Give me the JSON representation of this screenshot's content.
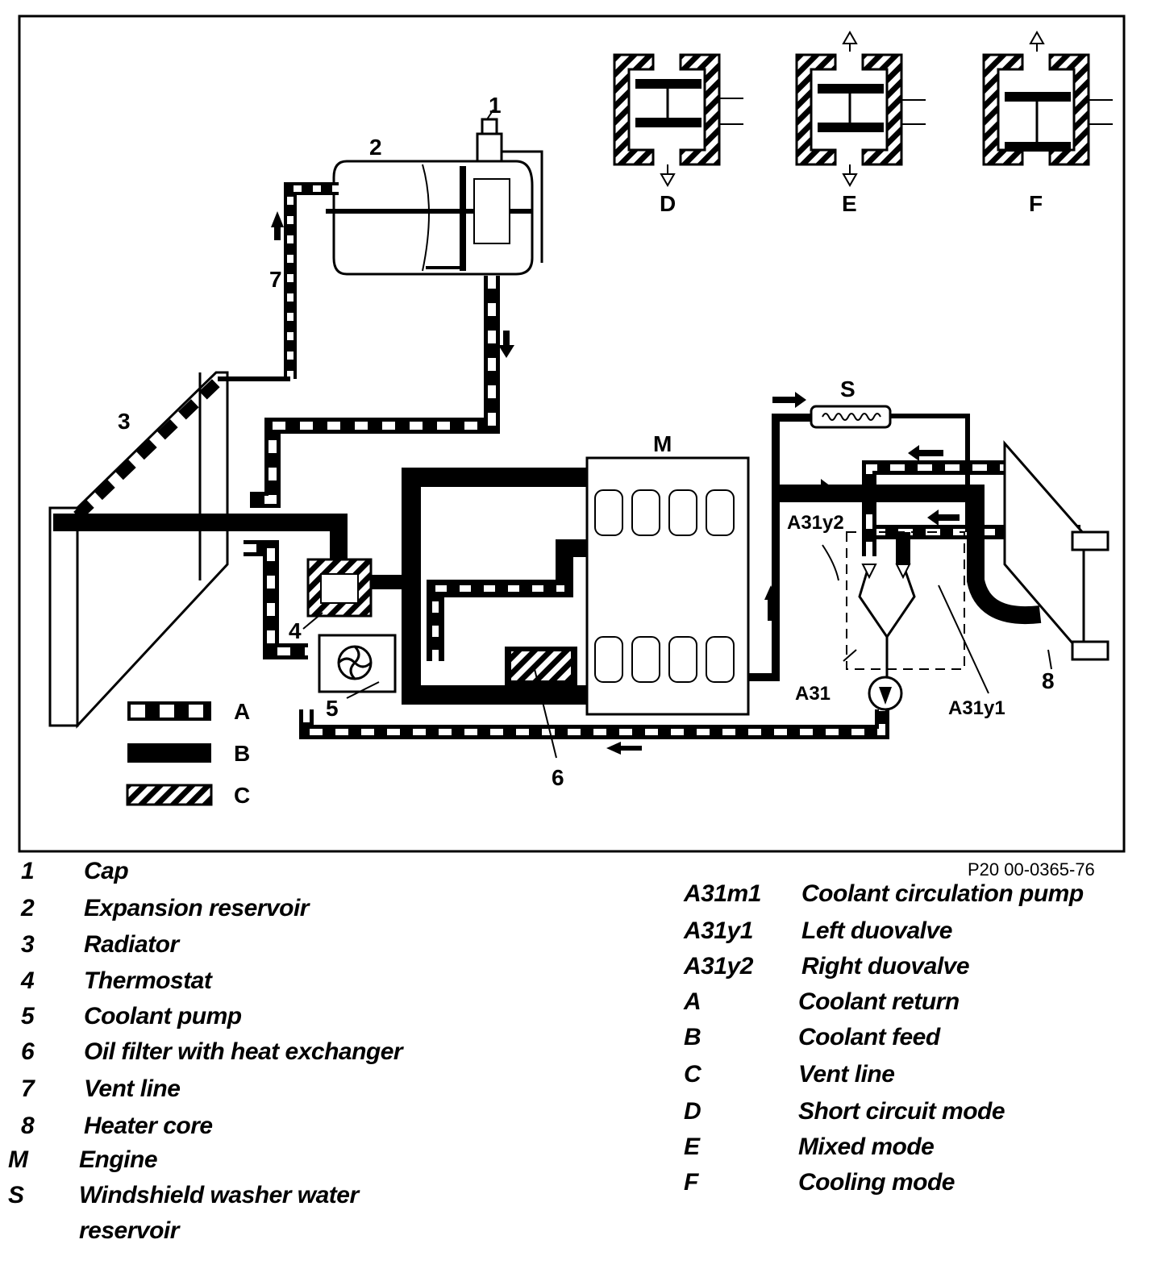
{
  "figure_id": "P20 00-0365-76",
  "diagram_labels": {
    "n1": "1",
    "n2": "2",
    "n3": "3",
    "n4": "4",
    "n5": "5",
    "n6": "6",
    "n7": "7",
    "n8": "8",
    "M": "M",
    "S": "S",
    "A31": "A31",
    "A31y1": "A31y1",
    "A31y2": "A31y2",
    "D": "D",
    "E": "E",
    "F": "F",
    "keyA": "A",
    "keyB": "B",
    "keyC": "C"
  },
  "legend_left": [
    {
      "key": "1",
      "text": "Cap"
    },
    {
      "key": "2",
      "text": "Expansion reservoir"
    },
    {
      "key": "3",
      "text": "Radiator"
    },
    {
      "key": "4",
      "text": "Thermostat"
    },
    {
      "key": "5",
      "text": "Coolant pump"
    },
    {
      "key": "6",
      "text": "Oil filter with heat exchanger"
    },
    {
      "key": "7",
      "text": "Vent line"
    },
    {
      "key": "8",
      "text": "Heater core"
    },
    {
      "key": "M",
      "text": "Engine"
    },
    {
      "key": "S",
      "text": "Windshield washer water"
    },
    {
      "key": "",
      "text": "reservoir"
    }
  ],
  "legend_right": [
    {
      "key": "A31m1",
      "text": "Coolant circulation pump"
    },
    {
      "key": "A31y1",
      "text": "Left duovalve"
    },
    {
      "key": "A31y2",
      "text": "Right duovalve"
    },
    {
      "key": "A",
      "text": "Coolant return"
    },
    {
      "key": "B",
      "text": "Coolant feed"
    },
    {
      "key": "C",
      "text": "Vent line"
    },
    {
      "key": "D",
      "text": "Short circuit mode"
    },
    {
      "key": "E",
      "text": "Mixed mode"
    },
    {
      "key": "F",
      "text": "Cooling mode"
    }
  ]
}
